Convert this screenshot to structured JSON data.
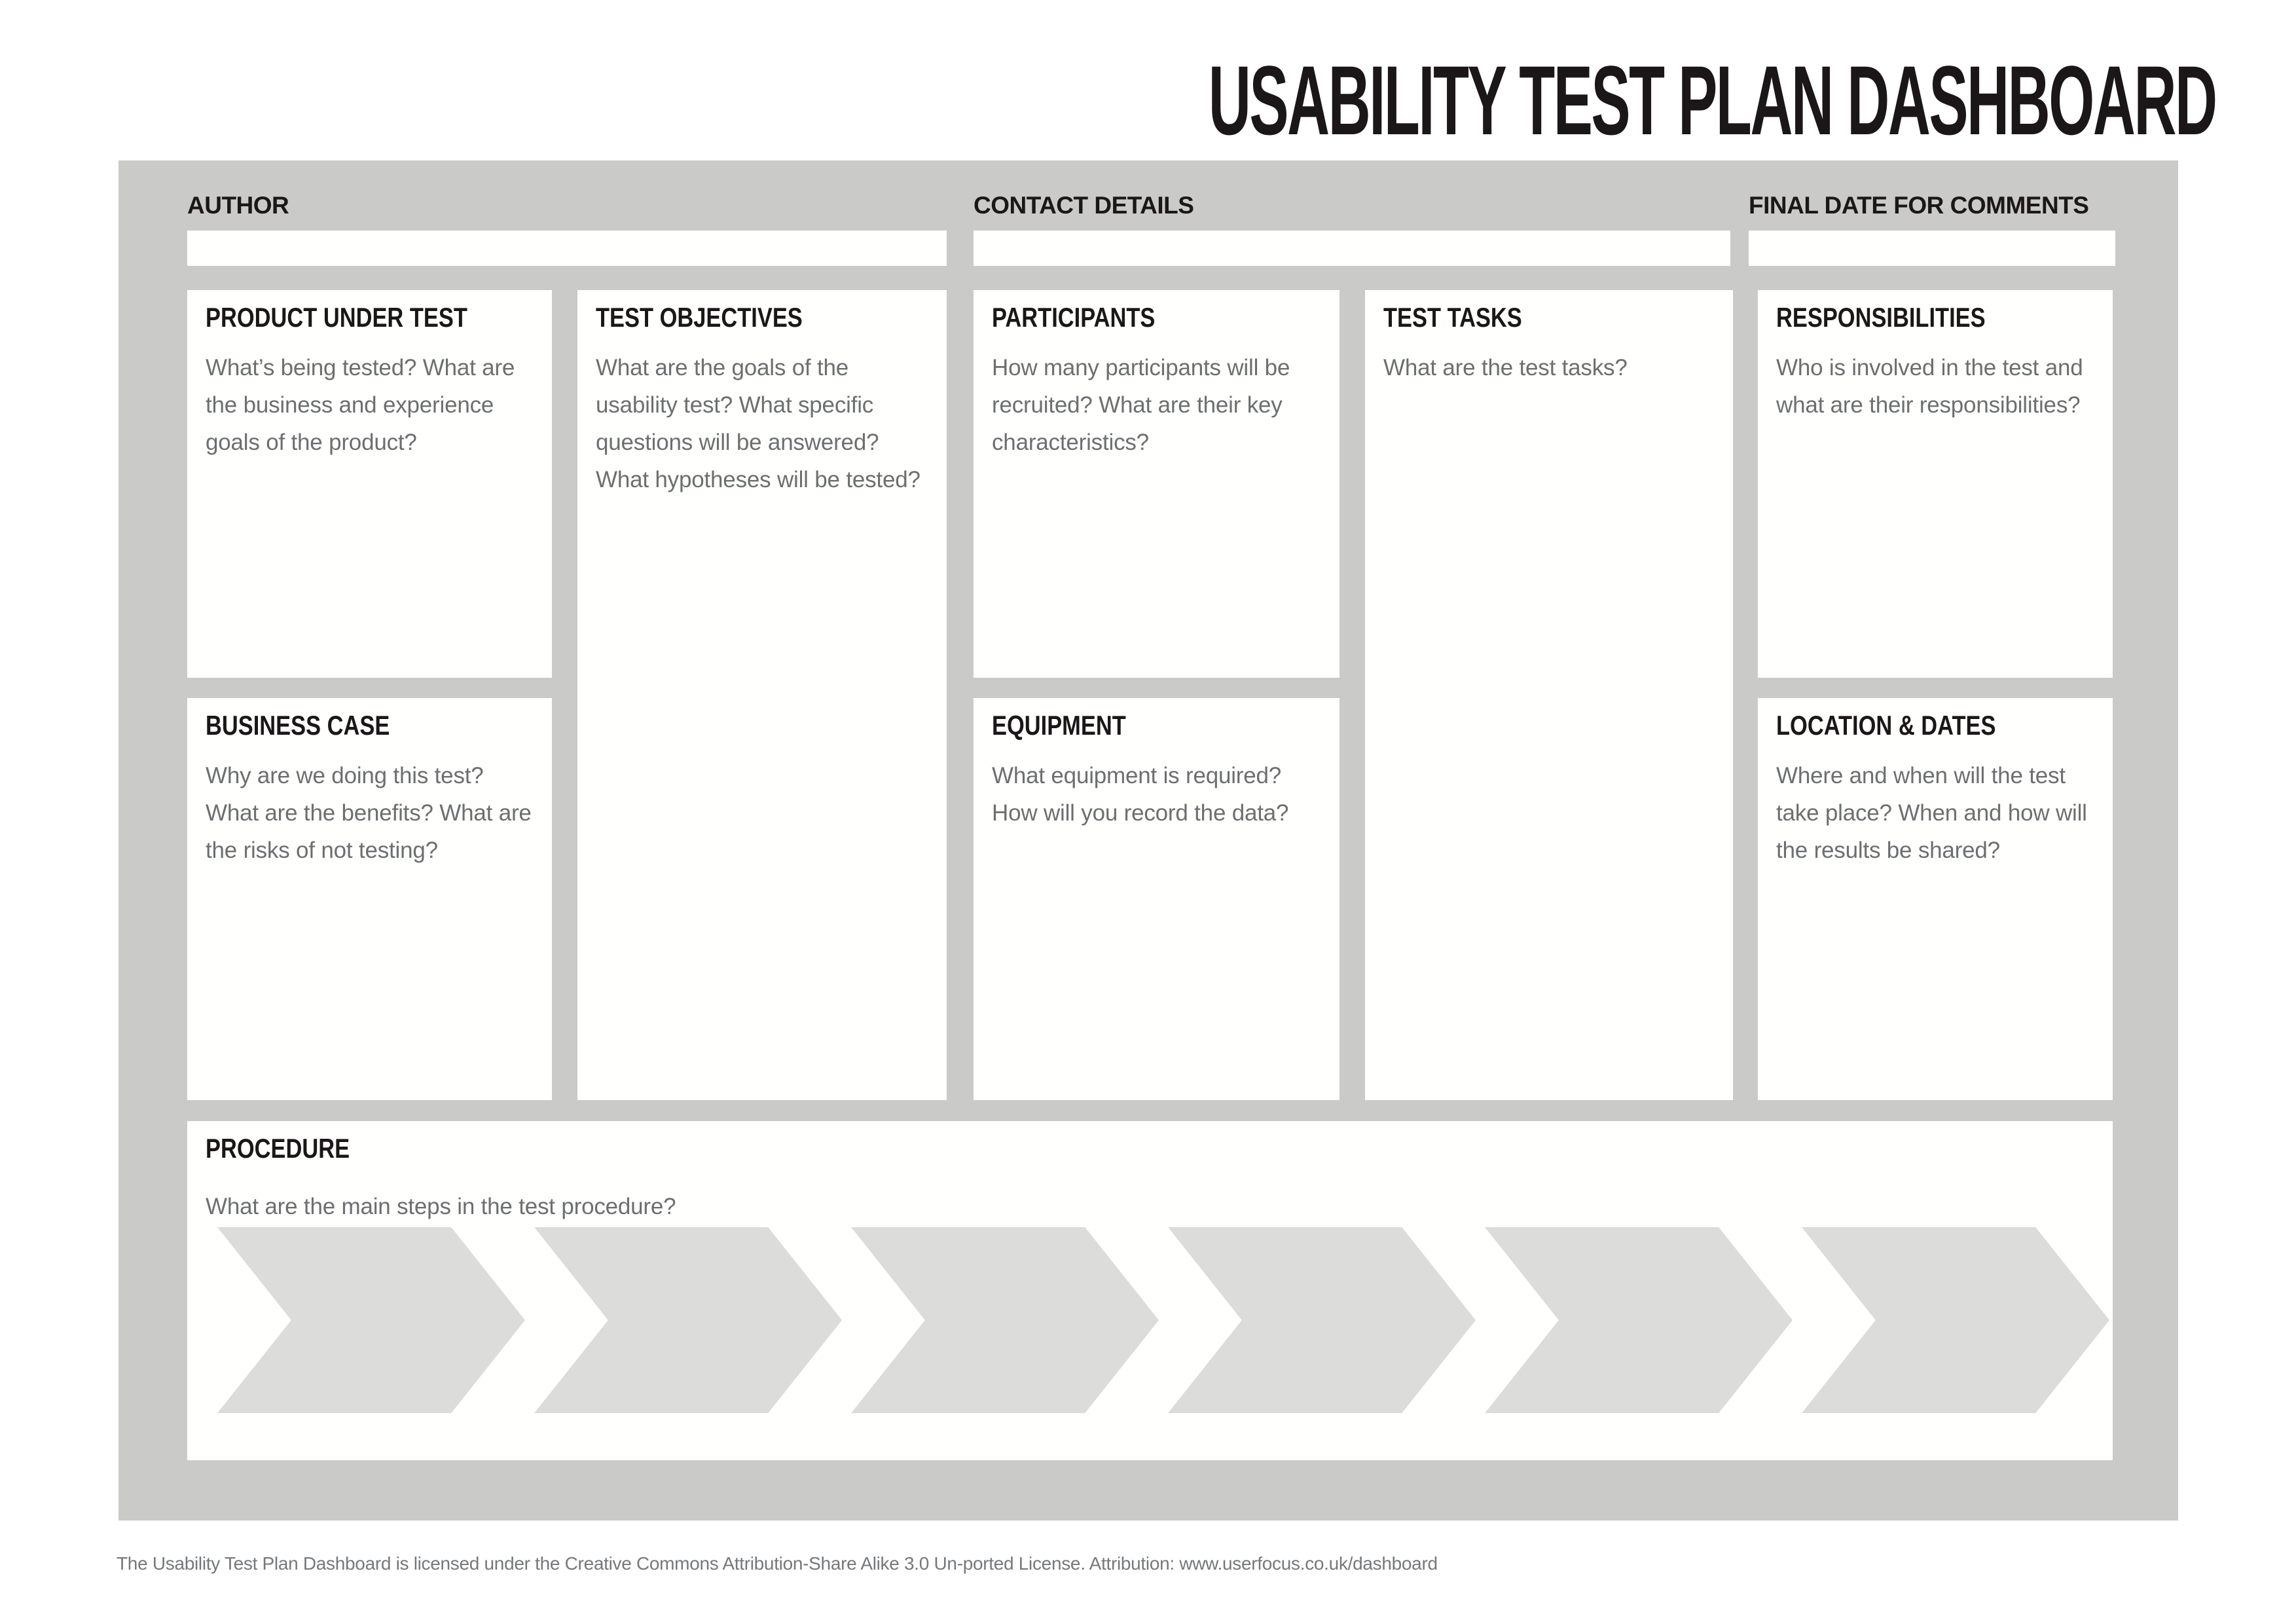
{
  "title": "USABILITY TEST PLAN DASHBOARD",
  "fields": {
    "author": {
      "label": "AUTHOR",
      "value": ""
    },
    "contact": {
      "label": "CONTACT DETAILS",
      "value": ""
    },
    "final_date": {
      "label": "FINAL DATE FOR COMMENTS",
      "value": ""
    }
  },
  "cards": {
    "product_under_test": {
      "title": "PRODUCT UNDER TEST",
      "prompt": "What’s being tested? What are\nthe business and experience\ngoals of the product?"
    },
    "test_objectives": {
      "title": "TEST OBJECTIVES",
      "prompt": "What are the goals of the\nusability test? What specific\nquestions will be answered?\nWhat hypotheses will be tested?"
    },
    "participants": {
      "title": "PARTICIPANTS",
      "prompt": "How many participants will be\nrecruited? What are their key\ncharacteristics?"
    },
    "test_tasks": {
      "title": "TEST TASKS",
      "prompt": "What are the test tasks?"
    },
    "responsibilities": {
      "title": "RESPONSIBILITIES",
      "prompt": "Who is involved in the test and\nwhat are their responsibilities?"
    },
    "business_case": {
      "title": "BUSINESS CASE",
      "prompt": "Why are we doing this test?\nWhat are the benefits? What are\nthe risks of not testing?"
    },
    "equipment": {
      "title": "EQUIPMENT",
      "prompt": "What equipment is required?\nHow will you record the data?"
    },
    "location_dates": {
      "title": "LOCATION & DATES",
      "prompt": "Where and when will the test\ntake place? When and how will\nthe results be shared?"
    },
    "procedure": {
      "title": "PROCEDURE",
      "prompt": "What are the main steps in the test procedure?",
      "step_count": 6
    }
  },
  "footer": {
    "license_text": "The Usability Test Plan Dashboard is licensed under the Creative Commons Attribution-Share Alike 3.0 Un-ported License. Attribution: www.userfocus.co.uk/dashboard"
  },
  "colors": {
    "panel_bg": "#cacac9",
    "card_bg": "#fffffe",
    "chevron": "#dcdcdb",
    "heading": "#1b1718",
    "body_text": "#6d6e70",
    "footer_text": "#77787b"
  }
}
